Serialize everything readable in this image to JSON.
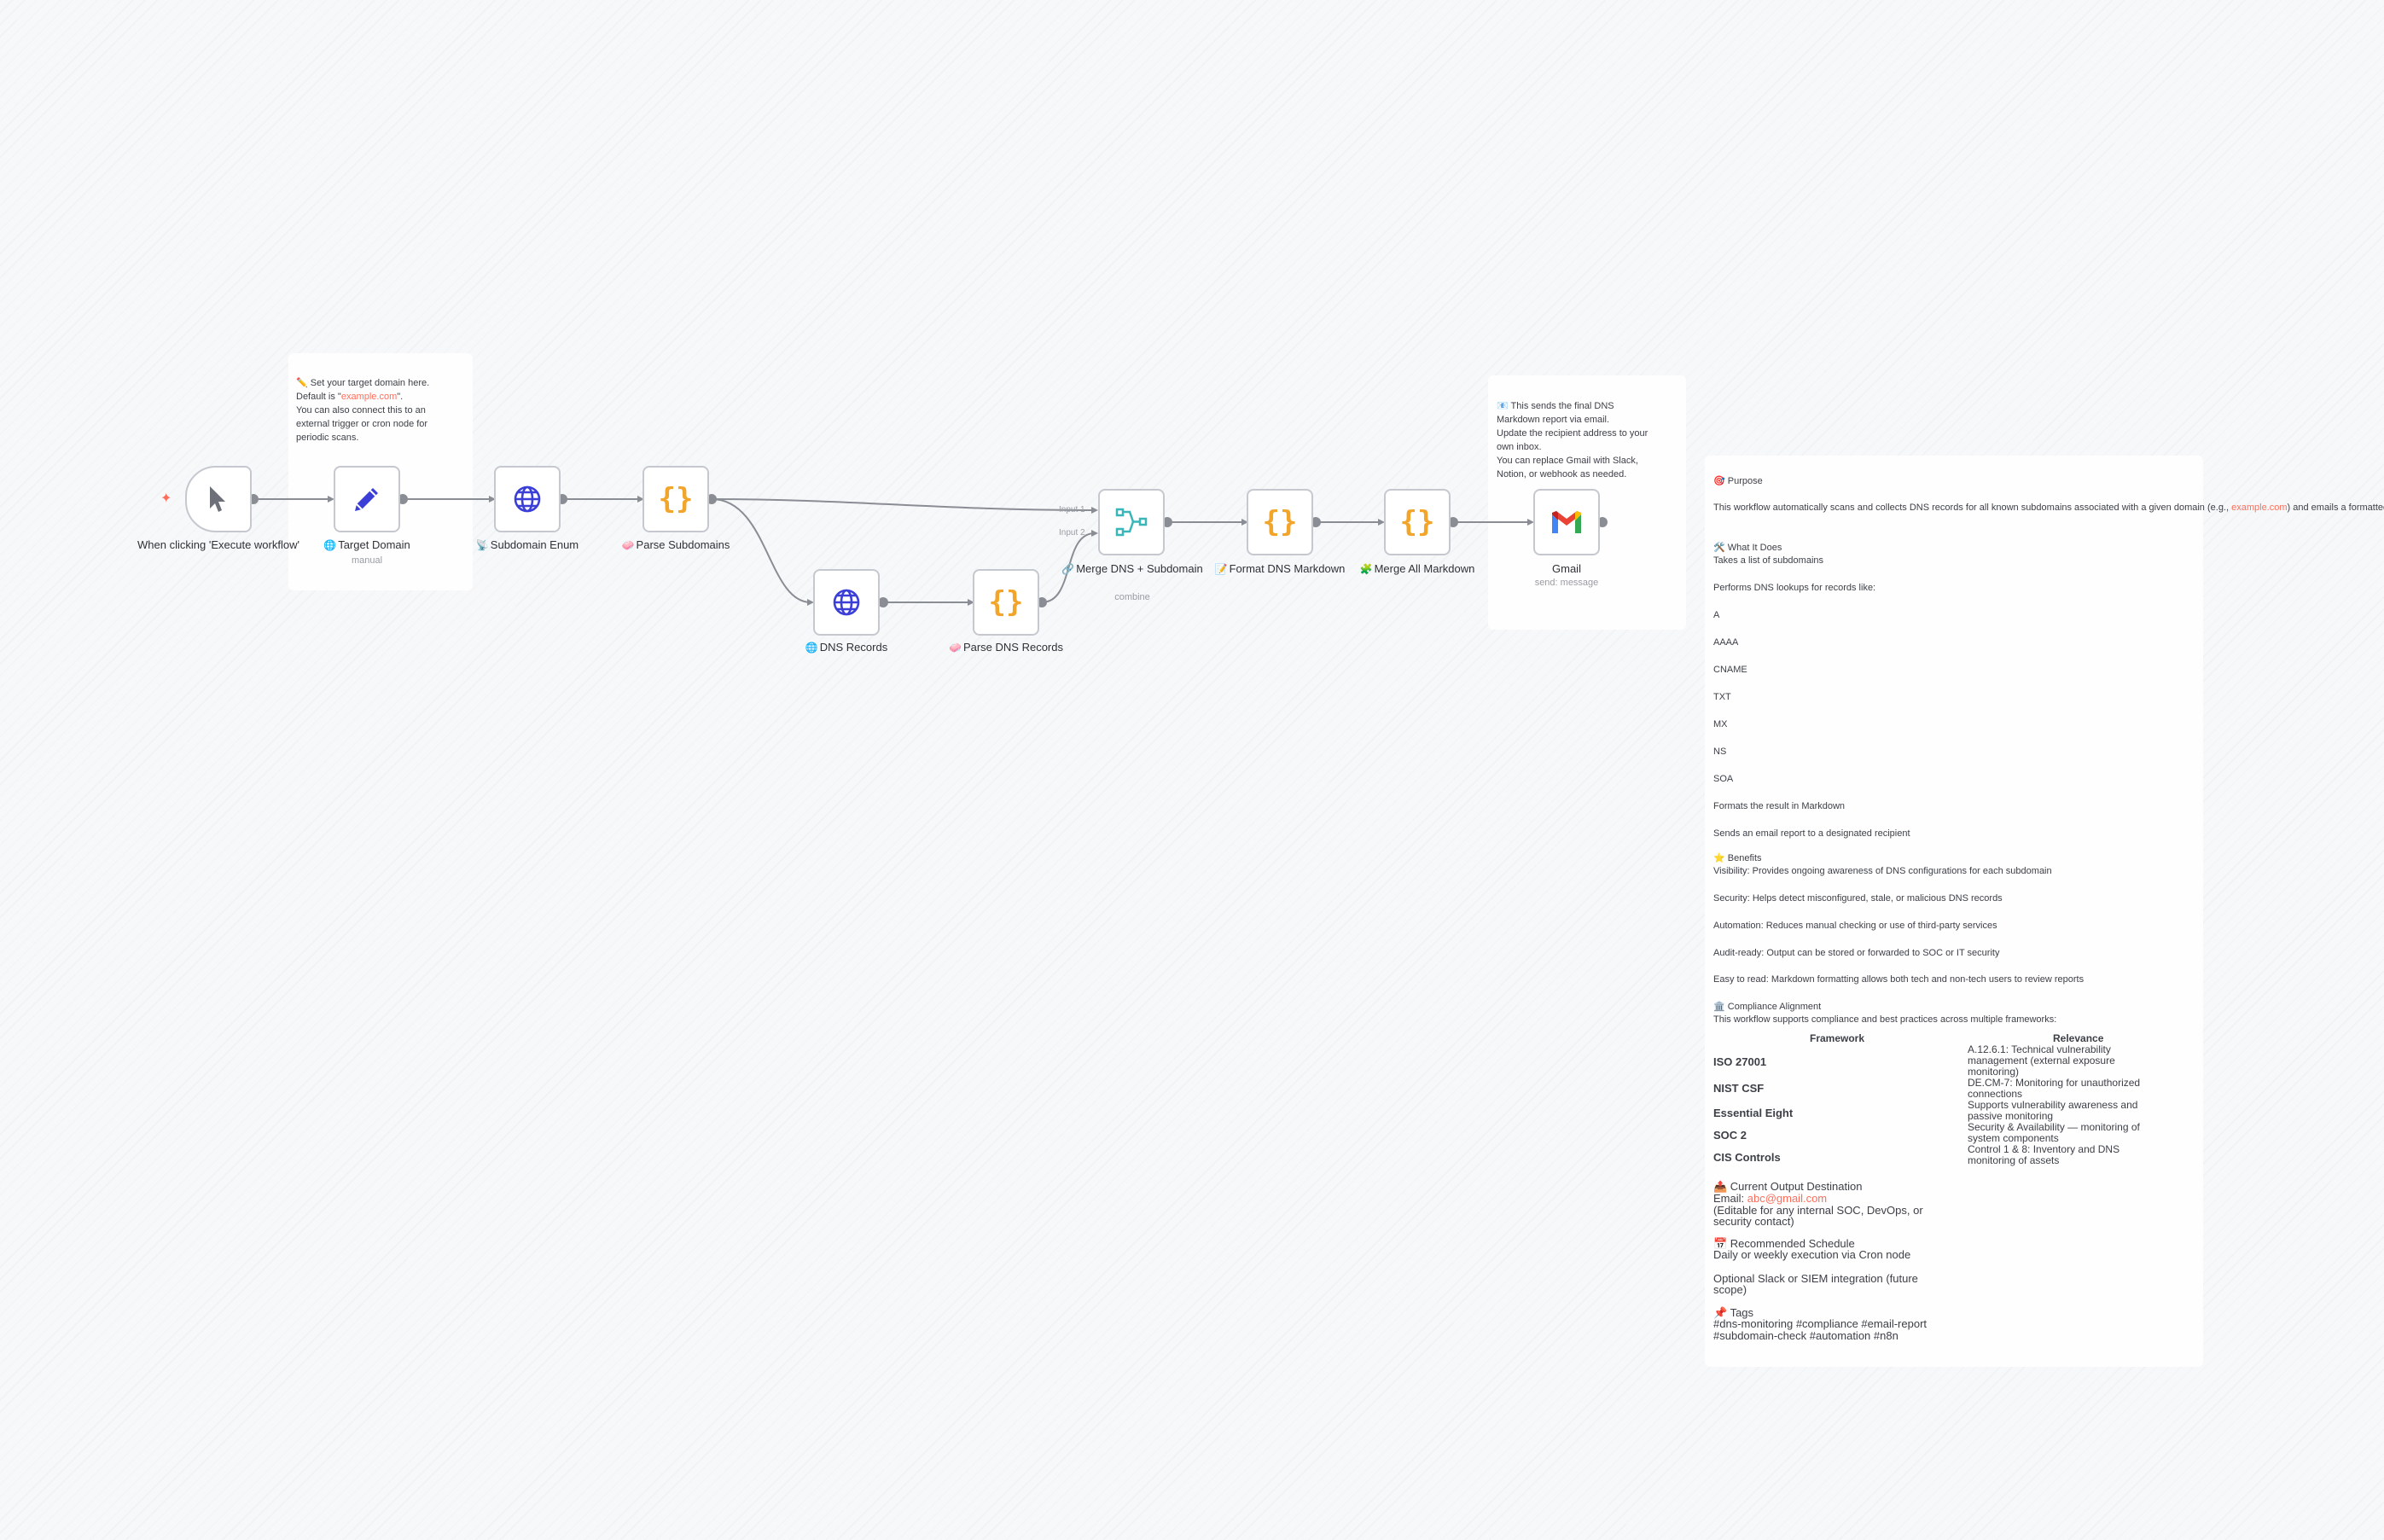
{
  "colors": {
    "accent": "#ff6d5a",
    "code_brace": "#f2a52b",
    "http_globe": "#3b3fd8",
    "edit_pencil": "#3b3fd8",
    "merge_icon": "#3ab5b8",
    "connection": "#8a8d94"
  },
  "nodes": {
    "trigger": {
      "label": "When clicking 'Execute workflow'",
      "icon": "cursor-icon"
    },
    "target_domain": {
      "emoji": "🌐",
      "label": "Target Domain",
      "sub": "manual",
      "icon": "pencil-icon"
    },
    "subdomain_enum": {
      "emoji": "📡",
      "label": "Subdomain Enum",
      "icon": "globe-icon"
    },
    "parse_subdomains": {
      "emoji": "🧼",
      "label": "Parse Subdomains",
      "icon": "braces-icon"
    },
    "dns_records": {
      "emoji": "🌐",
      "label": "DNS Records",
      "icon": "globe-icon"
    },
    "parse_dns": {
      "emoji": "🧼",
      "label": "Parse DNS Records",
      "icon": "braces-icon"
    },
    "merge": {
      "emoji": "🔗",
      "label": "Merge DNS + Subdomain",
      "sub": "combine",
      "input1": "Input 1",
      "input2": "Input 2",
      "icon": "merge-icon"
    },
    "format": {
      "emoji": "📝",
      "label": "Format DNS Markdown",
      "icon": "braces-icon"
    },
    "merge_all": {
      "emoji": "🧩",
      "label": "Merge All Markdown",
      "icon": "braces-icon"
    },
    "gmail": {
      "label": "Gmail",
      "sub": "send: message",
      "icon": "gmail-icon"
    }
  },
  "sticky_domain": {
    "l1": "✏️ Set your target domain here.",
    "l2_pre": "Default is \"",
    "l2_link": "example.com",
    "l2_post": "\".",
    "l3": "You can also connect this to an",
    "l4": "external trigger or cron node for",
    "l5": "periodic scans."
  },
  "sticky_gmail": {
    "l1": "📧 This sends the final DNS",
    "l2": "Markdown report via email.",
    "l3": "Update the recipient address to your",
    "l4": "own inbox.",
    "l5": "You can replace Gmail with Slack,",
    "l6": "Notion, or webhook as needed."
  },
  "doc": {
    "purpose_h": "🎯 Purpose",
    "purpose_pre": "This workflow automatically scans and collects DNS records for all known subdomains associated with a given domain (e.g., ",
    "purpose_link": "example.com",
    "purpose_post": ") and emails a formatted markdown report.",
    "what_h": "🛠️ What It Does",
    "what_1": "Takes a list of subdomains",
    "what_2": "Performs DNS lookups for records like:",
    "records": [
      "A",
      "AAAA",
      "CNAME",
      "TXT",
      "MX",
      "NS",
      "SOA"
    ],
    "what_3": "Formats the result in Markdown",
    "what_4": "Sends an email report to a designated recipient",
    "benefits_h": "⭐ Benefits",
    "benefits": [
      "Visibility: Provides ongoing awareness of DNS configurations for each subdomain",
      "Security: Helps detect misconfigured, stale, or malicious DNS records",
      "Automation: Reduces manual checking or use of third-party services",
      "Audit-ready: Output can be stored or forwarded to SOC or IT security",
      "Easy to read: Markdown formatting allows both tech and non-tech users to review reports"
    ],
    "compliance_h": "🏛️ Compliance Alignment",
    "compliance_intro": "This workflow supports compliance and best practices across multiple frameworks:",
    "table_header": {
      "framework": "Framework",
      "relevance": "Relevance"
    },
    "frameworks": [
      "ISO 27001",
      "NIST CSF",
      "Essential Eight",
      "SOC 2",
      "CIS Controls"
    ],
    "relevance_lines": [
      "A.12.6.1: Technical vulnerability",
      "management (external exposure",
      "monitoring)",
      "DE.CM-7: Monitoring for unauthorized",
      "connections",
      "Supports vulnerability awareness and",
      "passive monitoring",
      "Security & Availability — monitoring of",
      "system components",
      "Control 1 & 8: Inventory and DNS",
      "monitoring of assets"
    ],
    "output_h": "📤 Current Output Destination",
    "email_pre": "Email: ",
    "email_link": "abc@gmail.com",
    "output_note_1": "(Editable for any internal SOC, DevOps, or",
    "output_note_2": "security contact)",
    "schedule_h": "📅 Recommended Schedule",
    "schedule_1": "Daily or weekly execution via Cron node",
    "schedule_2": "Optional Slack or SIEM integration (future",
    "schedule_3": "scope)",
    "tags_h": "📌 Tags",
    "tags_1": "#dns-monitoring #compliance #email-report",
    "tags_2": "#subdomain-check #automation #n8n"
  }
}
